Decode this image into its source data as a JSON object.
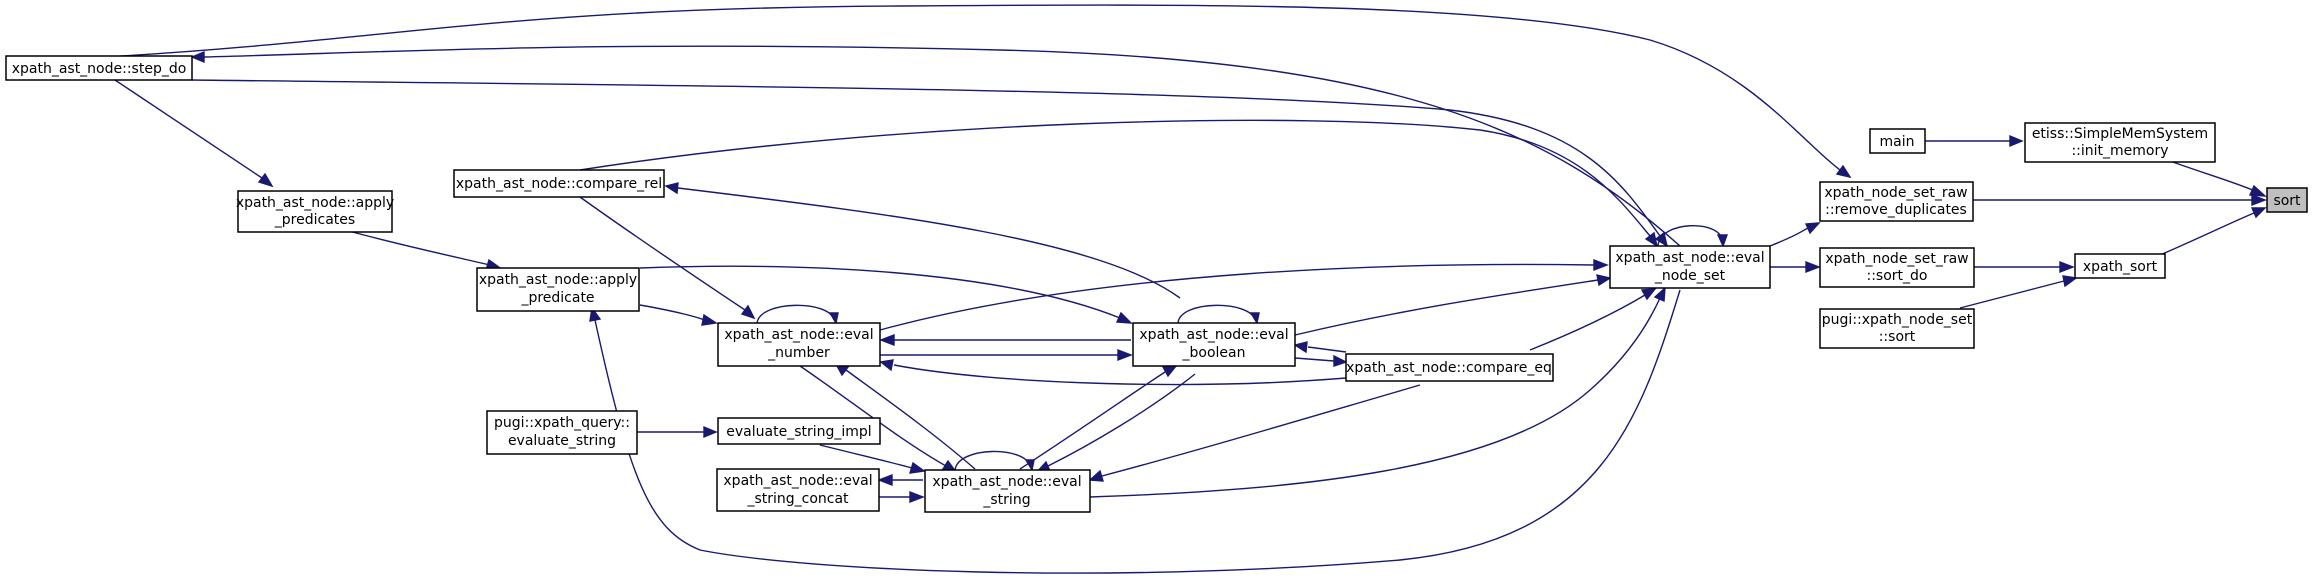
{
  "colors": {
    "edge": "#191970",
    "node_border": "#000000",
    "highlight_fill": "#bfbfbf"
  },
  "nodes": {
    "sort": [
      "sort"
    ],
    "init_memory": [
      "etiss::SimpleMemSystem",
      "::init_memory"
    ],
    "main": [
      "main"
    ],
    "remove_duplicates": [
      "xpath_node_set_raw",
      "::remove_duplicates"
    ],
    "xpath_sort": [
      "xpath_sort"
    ],
    "eval_node_set": [
      "xpath_ast_node::eval",
      "_node_set"
    ],
    "sort_do": [
      "xpath_node_set_raw",
      "::sort_do"
    ],
    "pugi_sort": [
      "pugi::xpath_node_set",
      "::sort"
    ],
    "step_do": [
      "xpath_ast_node::step_do"
    ],
    "compare_rel": [
      "xpath_ast_node::compare_rel"
    ],
    "apply_predicates": [
      "xpath_ast_node::apply",
      "_predicates"
    ],
    "apply_predicate": [
      "xpath_ast_node::apply",
      "_predicate"
    ],
    "eval_number": [
      "xpath_ast_node::eval",
      "_number"
    ],
    "eval_boolean": [
      "xpath_ast_node::eval",
      "_boolean"
    ],
    "compare_eq": [
      "xpath_ast_node::compare_eq"
    ],
    "evaluate_string": [
      "pugi::xpath_query::",
      "evaluate_string"
    ],
    "evaluate_string_impl": [
      "evaluate_string_impl"
    ],
    "eval_string_concat": [
      "xpath_ast_node::eval",
      "_string_concat"
    ],
    "eval_string": [
      "xpath_ast_node::eval",
      "_string"
    ]
  }
}
